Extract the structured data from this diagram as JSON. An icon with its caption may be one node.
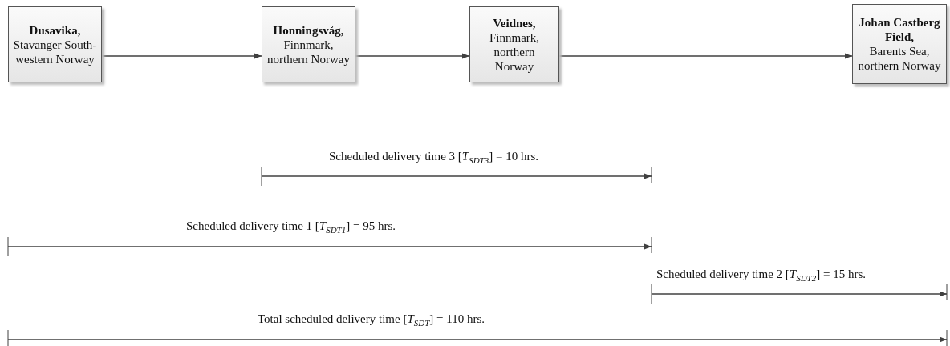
{
  "diagram": {
    "nodes": [
      {
        "text": [
          "Dusavika,",
          "Stavanger South-western Norway"
        ]
      },
      {
        "text": [
          "Honningsvåg,",
          "Finnmark, northern Norway"
        ]
      },
      {
        "text": [
          "Veidnes,",
          "Finnmark, northern Norway"
        ]
      },
      {
        "text": [
          "Johan Castberg Field,",
          "Barents Sea, northern Norway"
        ]
      }
    ],
    "edges": [
      {
        "from": 0,
        "to": 1,
        "arrow": "to"
      },
      {
        "from": 1,
        "to": 2,
        "arrow": "to"
      },
      {
        "from": 2,
        "to": 3,
        "arrow": "to"
      }
    ],
    "labels": [
      "Scheduled delivery time 3 [*T*$_{SDT3}$] = 10 hrs.",
      "Scheduled delivery time 1 [*T*$_{SDT1}$]  = 95 hrs.",
      "Scheduled delivery time 2 [*T*$_{SDT2}$] = 15 hrs.",
      "Total scheduled delivery time [*T*$_{SDT}$] = 110 hrs."
    ]
  }
}
